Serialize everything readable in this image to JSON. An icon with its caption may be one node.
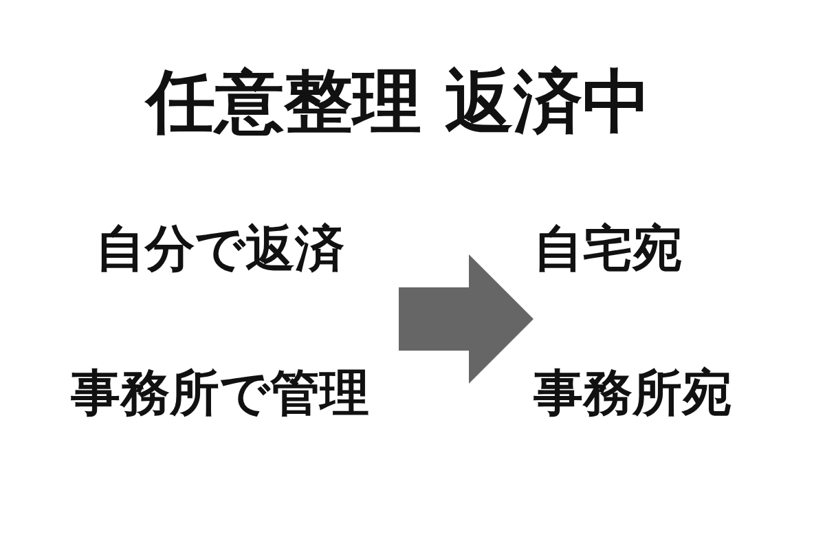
{
  "diagram": {
    "title": "任意整理 返済中",
    "nodes": [
      {
        "text": [
          "自分で返済",
          "事務所で管理"
        ]
      },
      {
        "text": [
          "自宅宛",
          "事務所宛"
        ]
      }
    ],
    "edges": [
      {
        "from": 0,
        "to": 1,
        "arrow": "to"
      }
    ]
  }
}
